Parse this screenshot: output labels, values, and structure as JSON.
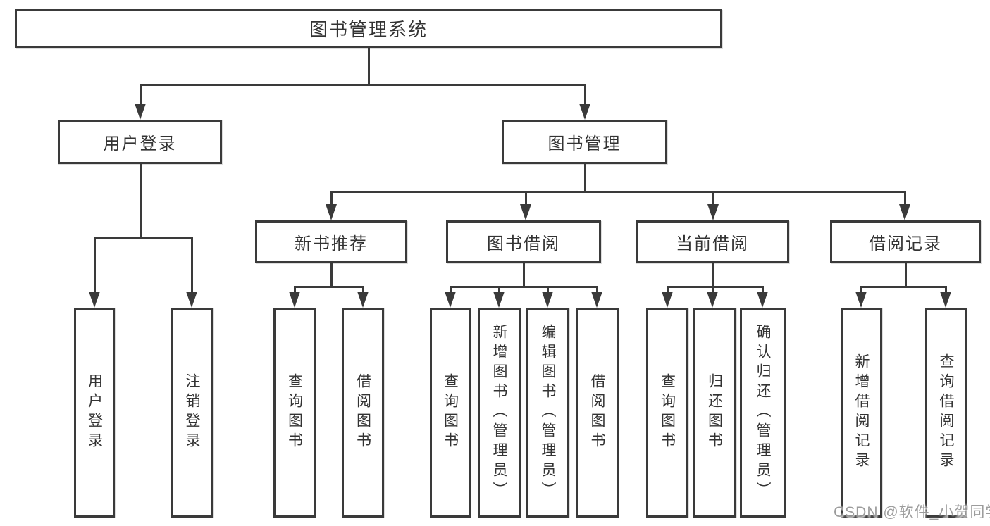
{
  "tree": {
    "label": "图书管理系统",
    "children": [
      {
        "label": "用户登录",
        "children": [
          {
            "label": "用户登录"
          },
          {
            "label": "注销登录"
          }
        ]
      },
      {
        "label": "图书管理",
        "children": [
          {
            "label": "新书推荐",
            "children": [
              {
                "label": "查询图书"
              },
              {
                "label": "借阅图书"
              }
            ]
          },
          {
            "label": "图书借阅",
            "children": [
              {
                "label": "查询图书"
              },
              {
                "label": "新增图书（管理员）"
              },
              {
                "label": "编辑图书（管理员）"
              },
              {
                "label": "借阅图书"
              }
            ]
          },
          {
            "label": "当前借阅",
            "children": [
              {
                "label": "查询图书"
              },
              {
                "label": "归还图书"
              },
              {
                "label": "确认归还（管理员）"
              }
            ]
          },
          {
            "label": "借阅记录",
            "children": [
              {
                "label": "新增借阅记录"
              },
              {
                "label": "查询借阅记录"
              }
            ]
          }
        ]
      }
    ]
  },
  "watermark": {
    "text": "CSDN @软件_小贺同学"
  },
  "colors": {
    "line": "#3a3a3a",
    "text": "#333333",
    "background": "#ffffff",
    "watermark": "#919191"
  }
}
